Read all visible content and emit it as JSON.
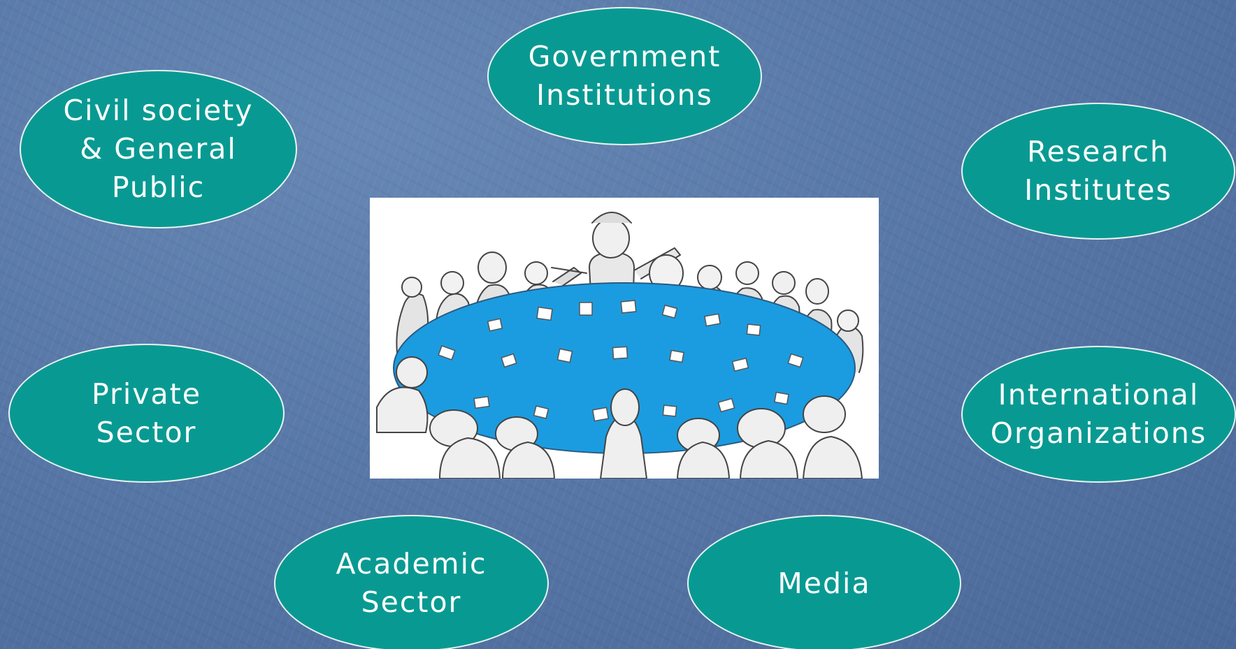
{
  "slide": {
    "stakeholders": [
      {
        "id": "government",
        "label": "Government\nInstitutions"
      },
      {
        "id": "civil",
        "label": "Civil society\n& General\nPublic"
      },
      {
        "id": "research",
        "label": "Research\nInstitutes"
      },
      {
        "id": "private",
        "label": "Private\nSector"
      },
      {
        "id": "international",
        "label": "International\nOrganizations"
      },
      {
        "id": "academic",
        "label": "Academic\nSector"
      },
      {
        "id": "media",
        "label": "Media"
      }
    ],
    "illustration": {
      "subject": "roundtable-meeting-cartoon"
    }
  },
  "colors": {
    "background": "#5878a8",
    "bubble_fill": "#089a92",
    "bubble_border": "#e9f3f2",
    "bubble_text": "#ffffff",
    "table_blue": "#1b9ce0"
  }
}
